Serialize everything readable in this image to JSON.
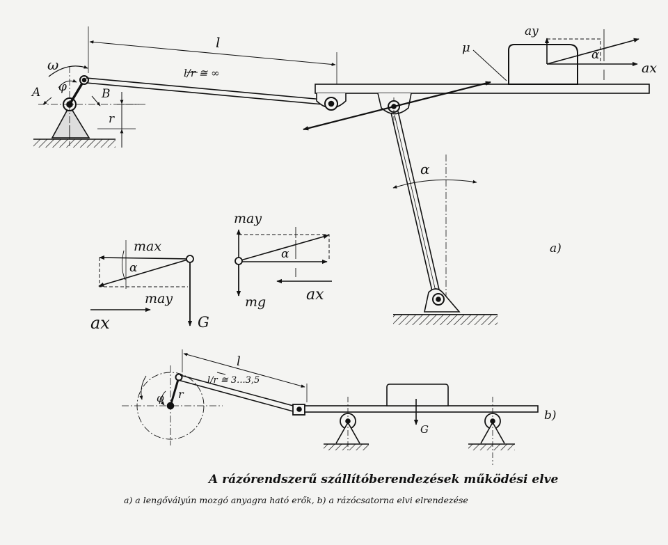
{
  "labels": {
    "omega": "ω",
    "phi_a": "φ",
    "phi_b": "φ",
    "A": "A",
    "B": "B",
    "r_a": "r",
    "r_b": "r",
    "l_a": "l",
    "l_b": "l",
    "ratio_a": "l/r ≅ ∞",
    "ratio_b": "l/r ≅ 3...3,5",
    "mu": "μ",
    "ay_top": "ay",
    "ax_top": "ax",
    "alpha_block": "α",
    "alpha_rod": "α",
    "alpha_left": "α",
    "alpha_mid": "α",
    "max_left": "max",
    "may_left": "may",
    "ax_left": "ax",
    "G_left": "G",
    "may_mid": "may",
    "mg_mid": "mg",
    "ax_mid": "ax",
    "G_b": "G",
    "part_a": "a)",
    "part_b": "b)"
  },
  "caption": {
    "title": "A rázórendszerű szállítóberendezések működési elve",
    "subtitle": "a) a lengővályún mozgó anyagra ható erők, b) a rázócsatorna elvi elrendezése"
  }
}
